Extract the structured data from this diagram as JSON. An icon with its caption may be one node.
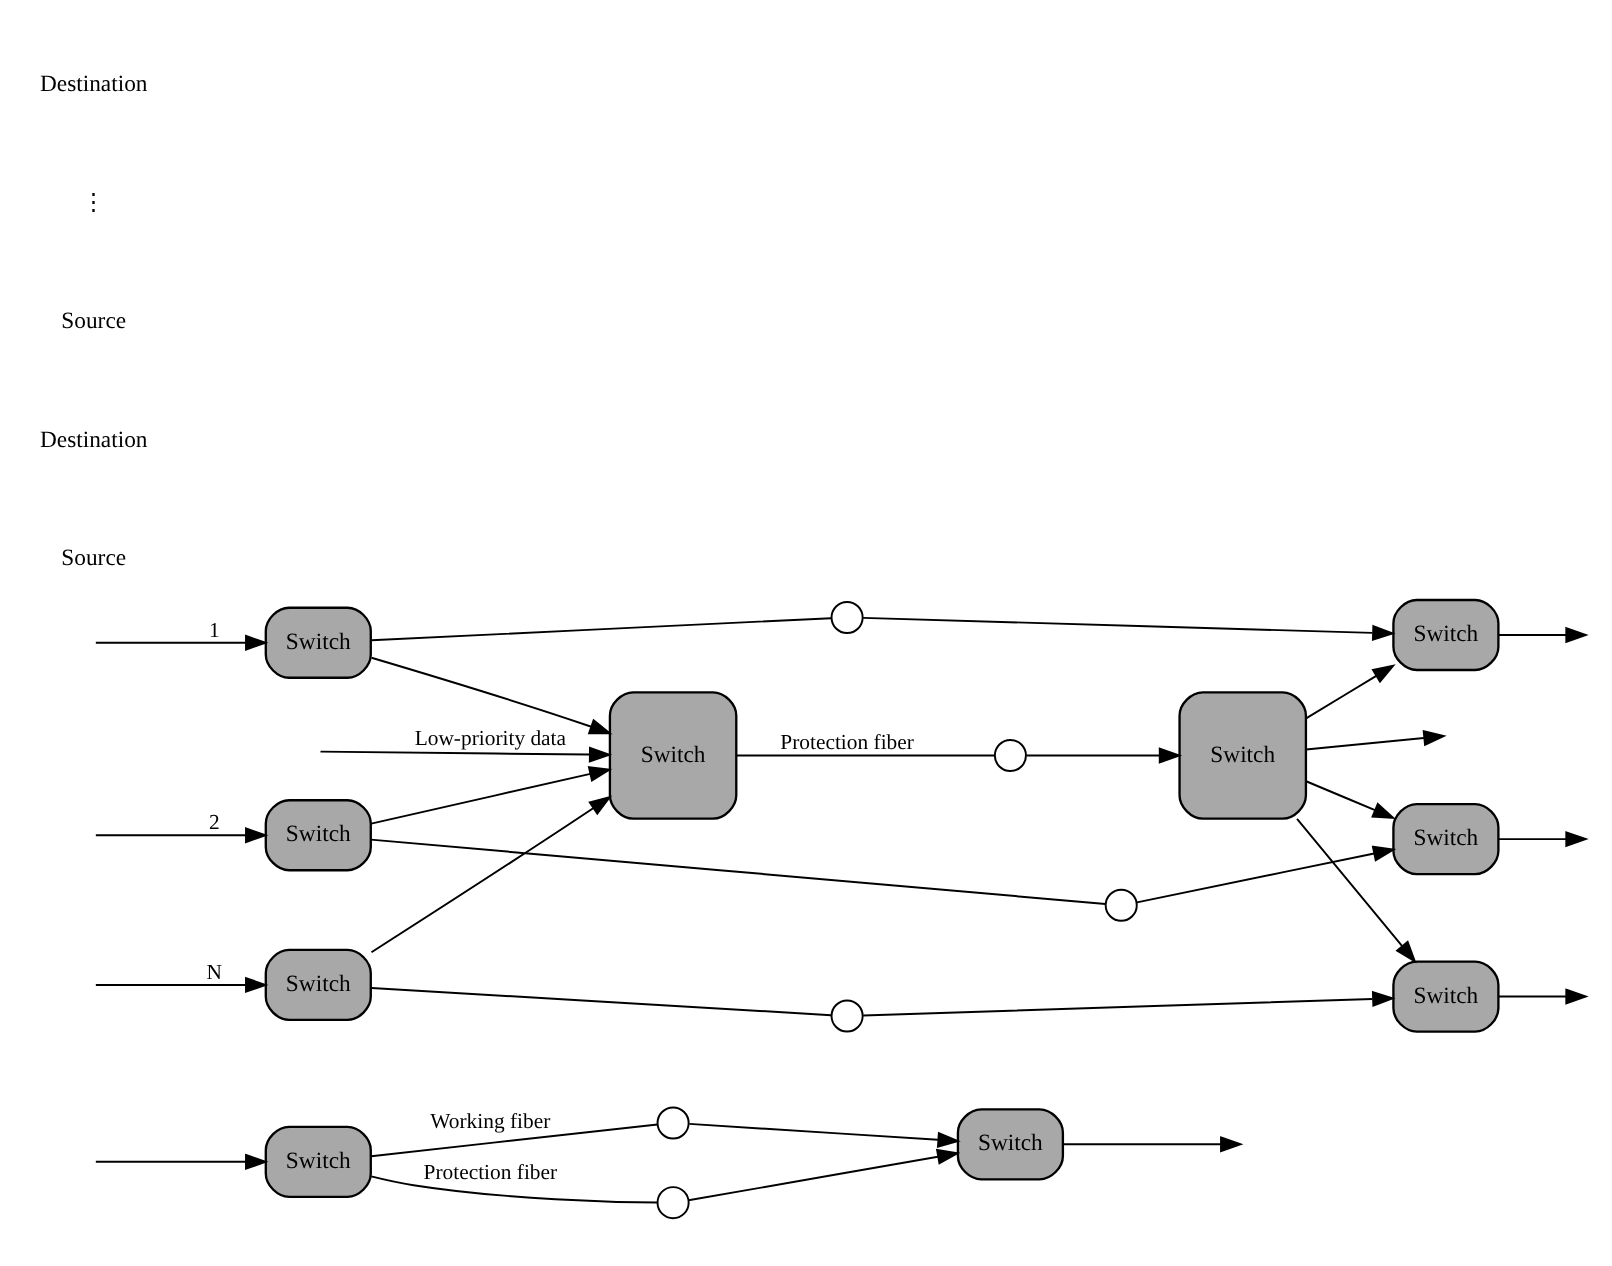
{
  "diagram": {
    "nodes": [
      {
        "text": [
          "Switch"
        ]
      },
      {
        "text": [
          "Switch"
        ]
      },
      {
        "text": [],
        "shape": "circle"
      },
      {
        "text": [],
        "shape": "circle"
      },
      {
        "text": [
          "Switch"
        ]
      },
      {
        "text": [
          "Switch"
        ]
      },
      {
        "text": [
          "Switch"
        ]
      },
      {
        "text": [
          "Switch"
        ]
      },
      {
        "text": [
          "Switch"
        ]
      },
      {
        "text": [
          "Switch"
        ]
      },
      {
        "text": [],
        "shape": "circle"
      },
      {
        "text": [],
        "shape": "circle"
      },
      {
        "text": [],
        "shape": "circle"
      },
      {
        "text": [
          "Switch"
        ]
      },
      {
        "text": [
          "Switch"
        ]
      },
      {
        "text": [],
        "shape": "circle"
      }
    ],
    "edges": [
      {
        "from": null,
        "to": 0,
        "arrow": "to"
      },
      {
        "from": 0,
        "to": 2,
        "arrow": "none",
        "label": "Working fiber"
      },
      {
        "from": 2,
        "to": 1,
        "arrow": "to"
      },
      {
        "from": 0,
        "to": 3,
        "arrow": "none",
        "label": "Protection fiber"
      },
      {
        "from": 3,
        "to": 1,
        "arrow": "to"
      },
      {
        "from": 1,
        "to": null,
        "arrow": "to"
      },
      {
        "from": null,
        "to": 4,
        "arrow": "to",
        "label": "1"
      },
      {
        "from": 4,
        "to": 10,
        "arrow": "none"
      },
      {
        "from": 10,
        "to": 7,
        "arrow": "to"
      },
      {
        "from": 7,
        "to": null,
        "arrow": "to"
      },
      {
        "from": null,
        "to": 5,
        "arrow": "to",
        "label": "2"
      },
      {
        "from": 5,
        "to": 11,
        "arrow": "none"
      },
      {
        "from": 11,
        "to": 8,
        "arrow": "to"
      },
      {
        "from": 8,
        "to": null,
        "arrow": "to"
      },
      {
        "from": null,
        "to": 6,
        "arrow": "to",
        "label": "N"
      },
      {
        "from": 6,
        "to": 12,
        "arrow": "none"
      },
      {
        "from": 12,
        "to": 9,
        "arrow": "to"
      },
      {
        "from": 9,
        "to": null,
        "arrow": "to"
      },
      {
        "from": 4,
        "to": 13,
        "arrow": "to"
      },
      {
        "from": 5,
        "to": 13,
        "arrow": "to"
      },
      {
        "from": 6,
        "to": 13,
        "arrow": "to"
      },
      {
        "from": null,
        "to": 13,
        "arrow": "to",
        "label": "Low-priority data"
      },
      {
        "from": 13,
        "to": 15,
        "arrow": "none",
        "label": "Protection fiber"
      },
      {
        "from": 15,
        "to": 14,
        "arrow": "to"
      },
      {
        "from": 14,
        "to": 7,
        "arrow": "to"
      },
      {
        "from": 14,
        "to": 8,
        "arrow": "to"
      },
      {
        "from": 14,
        "to": 9,
        "arrow": "to"
      },
      {
        "from": 14,
        "to": null,
        "arrow": "to"
      }
    ],
    "labels": [
      "Source",
      "Destination",
      "Source",
      "⋮",
      "Destination"
    ]
  }
}
